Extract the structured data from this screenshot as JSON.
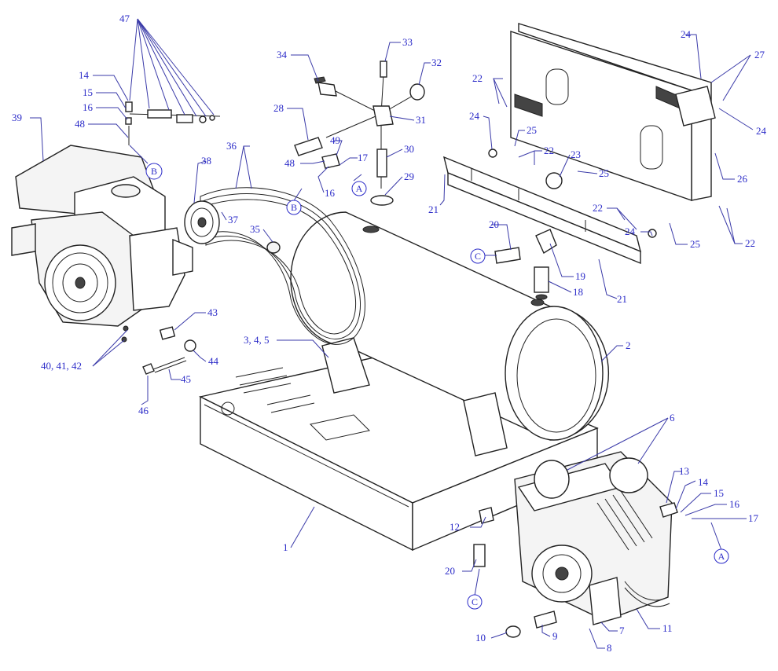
{
  "diagram": {
    "callouts": [
      {
        "key": "c47",
        "text": "47"
      },
      {
        "key": "c14a",
        "text": "14"
      },
      {
        "key": "c15a",
        "text": "15"
      },
      {
        "key": "c16a",
        "text": "16"
      },
      {
        "key": "c48a",
        "text": "48"
      },
      {
        "key": "c39",
        "text": "39"
      },
      {
        "key": "c34",
        "text": "34"
      },
      {
        "key": "c33",
        "text": "33"
      },
      {
        "key": "c32",
        "text": "32"
      },
      {
        "key": "c28",
        "text": "28"
      },
      {
        "key": "c31",
        "text": "31"
      },
      {
        "key": "c49",
        "text": "49"
      },
      {
        "key": "c17a",
        "text": "17"
      },
      {
        "key": "c48b",
        "text": "48"
      },
      {
        "key": "c16b",
        "text": "16"
      },
      {
        "key": "c30",
        "text": "30"
      },
      {
        "key": "c29",
        "text": "29"
      },
      {
        "key": "c38",
        "text": "38"
      },
      {
        "key": "c36",
        "text": "36"
      },
      {
        "key": "c37",
        "text": "37"
      },
      {
        "key": "c35",
        "text": "35"
      },
      {
        "key": "c24a",
        "text": "24"
      },
      {
        "key": "c27",
        "text": "27"
      },
      {
        "key": "c24b",
        "text": "24"
      },
      {
        "key": "c24c",
        "text": "24"
      },
      {
        "key": "c22a",
        "text": "22"
      },
      {
        "key": "c25a",
        "text": "25"
      },
      {
        "key": "c22b",
        "text": "22"
      },
      {
        "key": "c23",
        "text": "23"
      },
      {
        "key": "c25b",
        "text": "25"
      },
      {
        "key": "c26",
        "text": "26"
      },
      {
        "key": "c21a",
        "text": "21"
      },
      {
        "key": "c22c",
        "text": "22"
      },
      {
        "key": "c20a",
        "text": "20"
      },
      {
        "key": "c25c",
        "text": "25"
      },
      {
        "key": "c24d",
        "text": "24"
      },
      {
        "key": "c22d",
        "text": "22"
      },
      {
        "key": "c19",
        "text": "19"
      },
      {
        "key": "c18",
        "text": "18"
      },
      {
        "key": "c21b",
        "text": "21"
      },
      {
        "key": "c43",
        "text": "43"
      },
      {
        "key": "c345",
        "text": "3, 4, 5"
      },
      {
        "key": "c2",
        "text": "2"
      },
      {
        "key": "c404142",
        "text": "40, 41, 42"
      },
      {
        "key": "c44",
        "text": "44"
      },
      {
        "key": "c45",
        "text": "45"
      },
      {
        "key": "c46",
        "text": "46"
      },
      {
        "key": "c6",
        "text": "6"
      },
      {
        "key": "c13",
        "text": "13"
      },
      {
        "key": "c14b",
        "text": "14"
      },
      {
        "key": "c15b",
        "text": "15"
      },
      {
        "key": "c16c",
        "text": "16"
      },
      {
        "key": "c17b",
        "text": "17"
      },
      {
        "key": "c12",
        "text": "12"
      },
      {
        "key": "c1",
        "text": "1"
      },
      {
        "key": "c20b",
        "text": "20"
      },
      {
        "key": "c7",
        "text": "7"
      },
      {
        "key": "c11",
        "text": "11"
      },
      {
        "key": "c10",
        "text": "10"
      },
      {
        "key": "c9",
        "text": "9"
      },
      {
        "key": "c8",
        "text": "8"
      }
    ],
    "references": [
      {
        "key": "rB1",
        "text": "B"
      },
      {
        "key": "rA1",
        "text": "A"
      },
      {
        "key": "rB2",
        "text": "B"
      },
      {
        "key": "rC1",
        "text": "C"
      },
      {
        "key": "rC2",
        "text": "C"
      },
      {
        "key": "rA2",
        "text": "A"
      }
    ]
  }
}
